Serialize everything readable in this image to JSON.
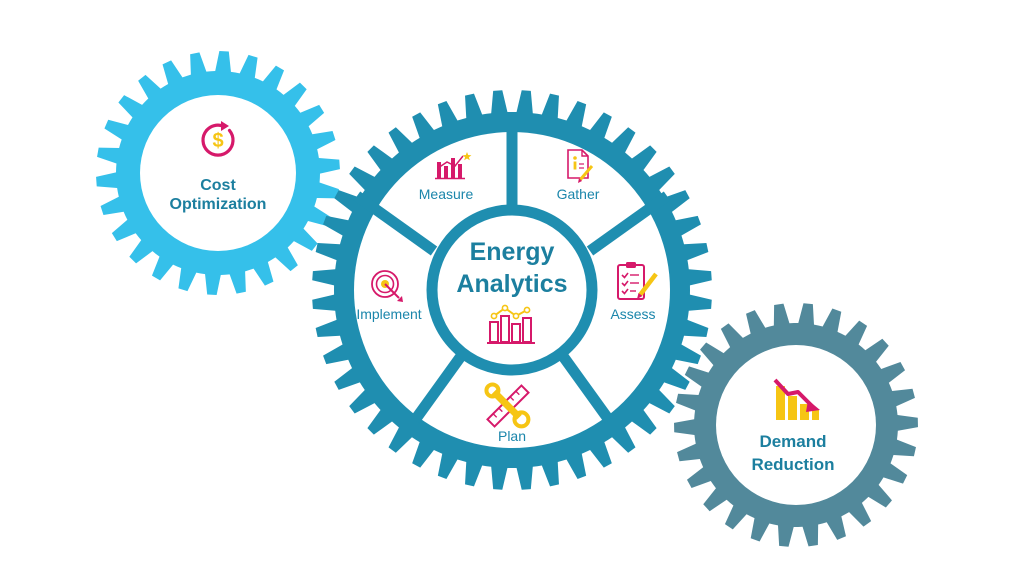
{
  "colors": {
    "cost_gear": "#35c0ea",
    "main_gear": "#1f8eb0",
    "demand_gear": "#52899b",
    "text_dark": "#1c7f9f",
    "text_label": "#1b86ab",
    "icon_magenta": "#d6196a",
    "icon_yellow": "#f6c514",
    "icon_orange": "#f08a24"
  },
  "center": {
    "line1": "Energy",
    "line2": "Analytics",
    "icon": "analytics-chart-icon"
  },
  "segments": [
    {
      "label": "Measure",
      "icon": "bar-chart-star-icon"
    },
    {
      "label": "Gather",
      "icon": "document-info-icon"
    },
    {
      "label": "Assess",
      "icon": "clipboard-checklist-icon"
    },
    {
      "label": "Plan",
      "icon": "tools-ruler-icon"
    },
    {
      "label": "Implement",
      "icon": "target-arrow-icon"
    }
  ],
  "cost_gear": {
    "line1": "Cost",
    "line2": "Optimization",
    "icon": "dollar-cycle-icon"
  },
  "demand_gear": {
    "line1": "Demand",
    "line2": "Reduction",
    "icon": "declining-bar-chart-icon"
  }
}
